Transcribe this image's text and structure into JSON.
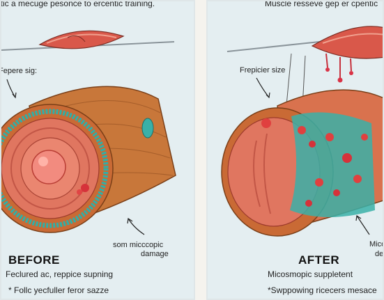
{
  "left": {
    "top_caption": "Etiatic a mecuge pesonce to ercentic training.",
    "callout_size": "Fepere sig:",
    "callout_damage_line1": "som micccopic",
    "callout_damage_line2": "damage",
    "heading": "BEFORE",
    "subheading": "Feclured ac, reppice supning",
    "bullet": "* Follc yecfuller feror sazze"
  },
  "right": {
    "top_caption": "Muscle resseve gep er cpentic",
    "callout_size": "Frepicier size",
    "callout_damage_line1": "Mico",
    "callout_damage_line2": "de",
    "heading": "AFTER",
    "subheading": "Micosmopic suppletent",
    "bullet": "*Swppowing ricecers mesace"
  }
}
